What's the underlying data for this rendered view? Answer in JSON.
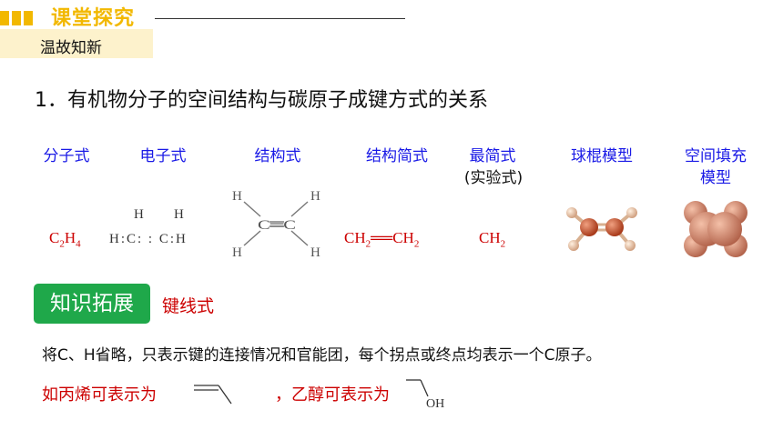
{
  "header": {
    "title": "课堂探究",
    "section": "温故知新"
  },
  "heading": "1．有机物分子的空间结构与碳原子成键方式的关系",
  "columns": {
    "molecular": "分子式",
    "electronic": "电子式",
    "structural": "结构式",
    "condensed": "结构简式",
    "simplest": "最简式",
    "simplest_sub": "(实验式)",
    "ball_stick": "球棍模型",
    "space_fill_1": "空间填充",
    "space_fill_2": "模型"
  },
  "formulas": {
    "molecular": {
      "a": "C",
      "a_sub": "2",
      "b": "H",
      "b_sub": "4"
    },
    "electronic": {
      "top_h1": "H",
      "top_h2": "H",
      "row": "H:C: : C:H"
    },
    "structural": {
      "h": "H",
      "c_bond": "C═C"
    },
    "condensed": {
      "p1": "CH",
      "p1_sub": "2",
      "bond": "══",
      "p2": "CH",
      "p2_sub": "2"
    },
    "simplest": {
      "p": "CH",
      "p_sub": "2"
    }
  },
  "knowledge": {
    "badge": "知识拓展",
    "topic": "键线式",
    "description": "将C、H省略，只表示键的连接情况和官能团，每个拐点或终点均表示一个C原子。",
    "example1": "如丙烯可表示为",
    "example2": "，乙醇可表示为",
    "oh_label": "OH"
  },
  "colors": {
    "accent": "#f2b800",
    "column_header": "#1a1ae6",
    "formula": "#cc0000",
    "badge": "#1fa84a"
  }
}
